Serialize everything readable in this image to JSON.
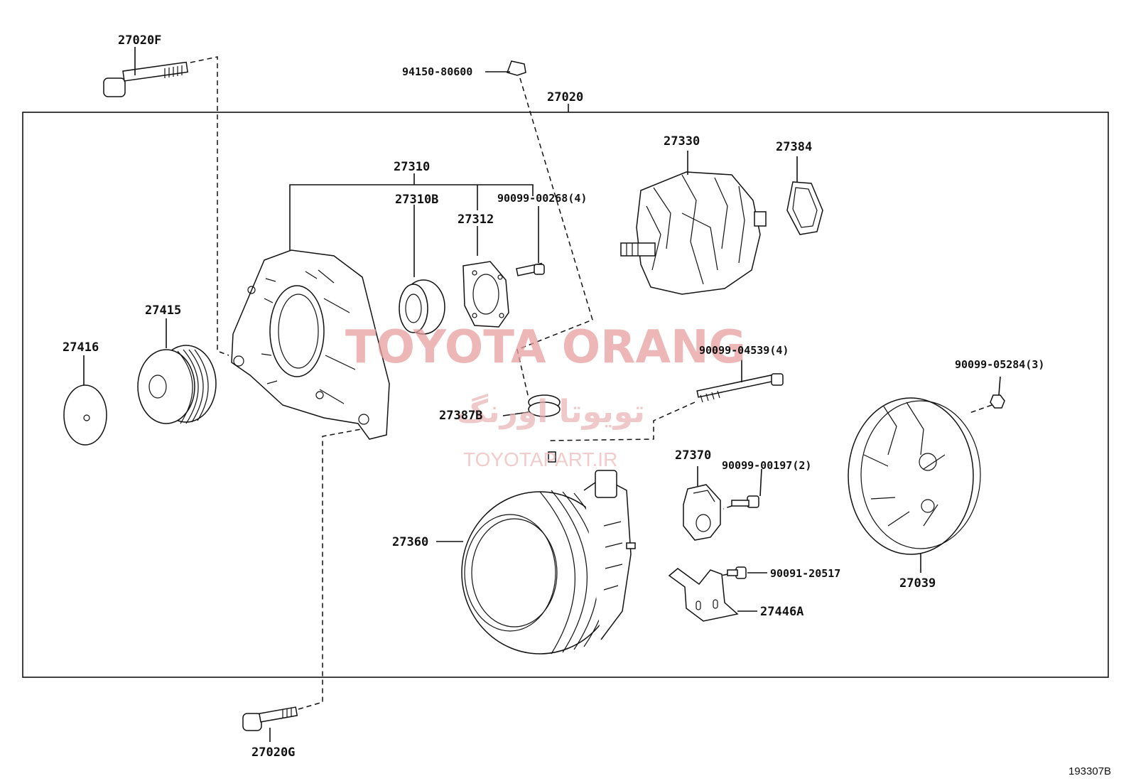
{
  "labels": {
    "p27020F": "27020F",
    "p94150": "94150-80600",
    "p27020": "27020",
    "p27310": "27310",
    "p27310B": "27310B",
    "p27312": "27312",
    "p90099_00268": "90099-00268(4)",
    "p27330": "27330",
    "p27384": "27384",
    "p27415": "27415",
    "p27416": "27416",
    "p90099_04539": "90099-04539(4)",
    "p90099_05284": "90099-05284(3)",
    "p27387B": "27387B",
    "p27370": "27370",
    "p90099_00197": "90099-00197(2)",
    "p27360": "27360",
    "p90091_20517": "90091-20517",
    "p27446A": "27446A",
    "p27039": "27039",
    "p27020G": "27020G"
  },
  "watermark": {
    "brand": "TOYOTA ORANG",
    "persian": "تویوتا اورنگ",
    "site": "TOYOTAPART.IR"
  },
  "figure_id": "193307B",
  "colors": {
    "line": "#111111",
    "watermark": "#e8a0a0"
  }
}
